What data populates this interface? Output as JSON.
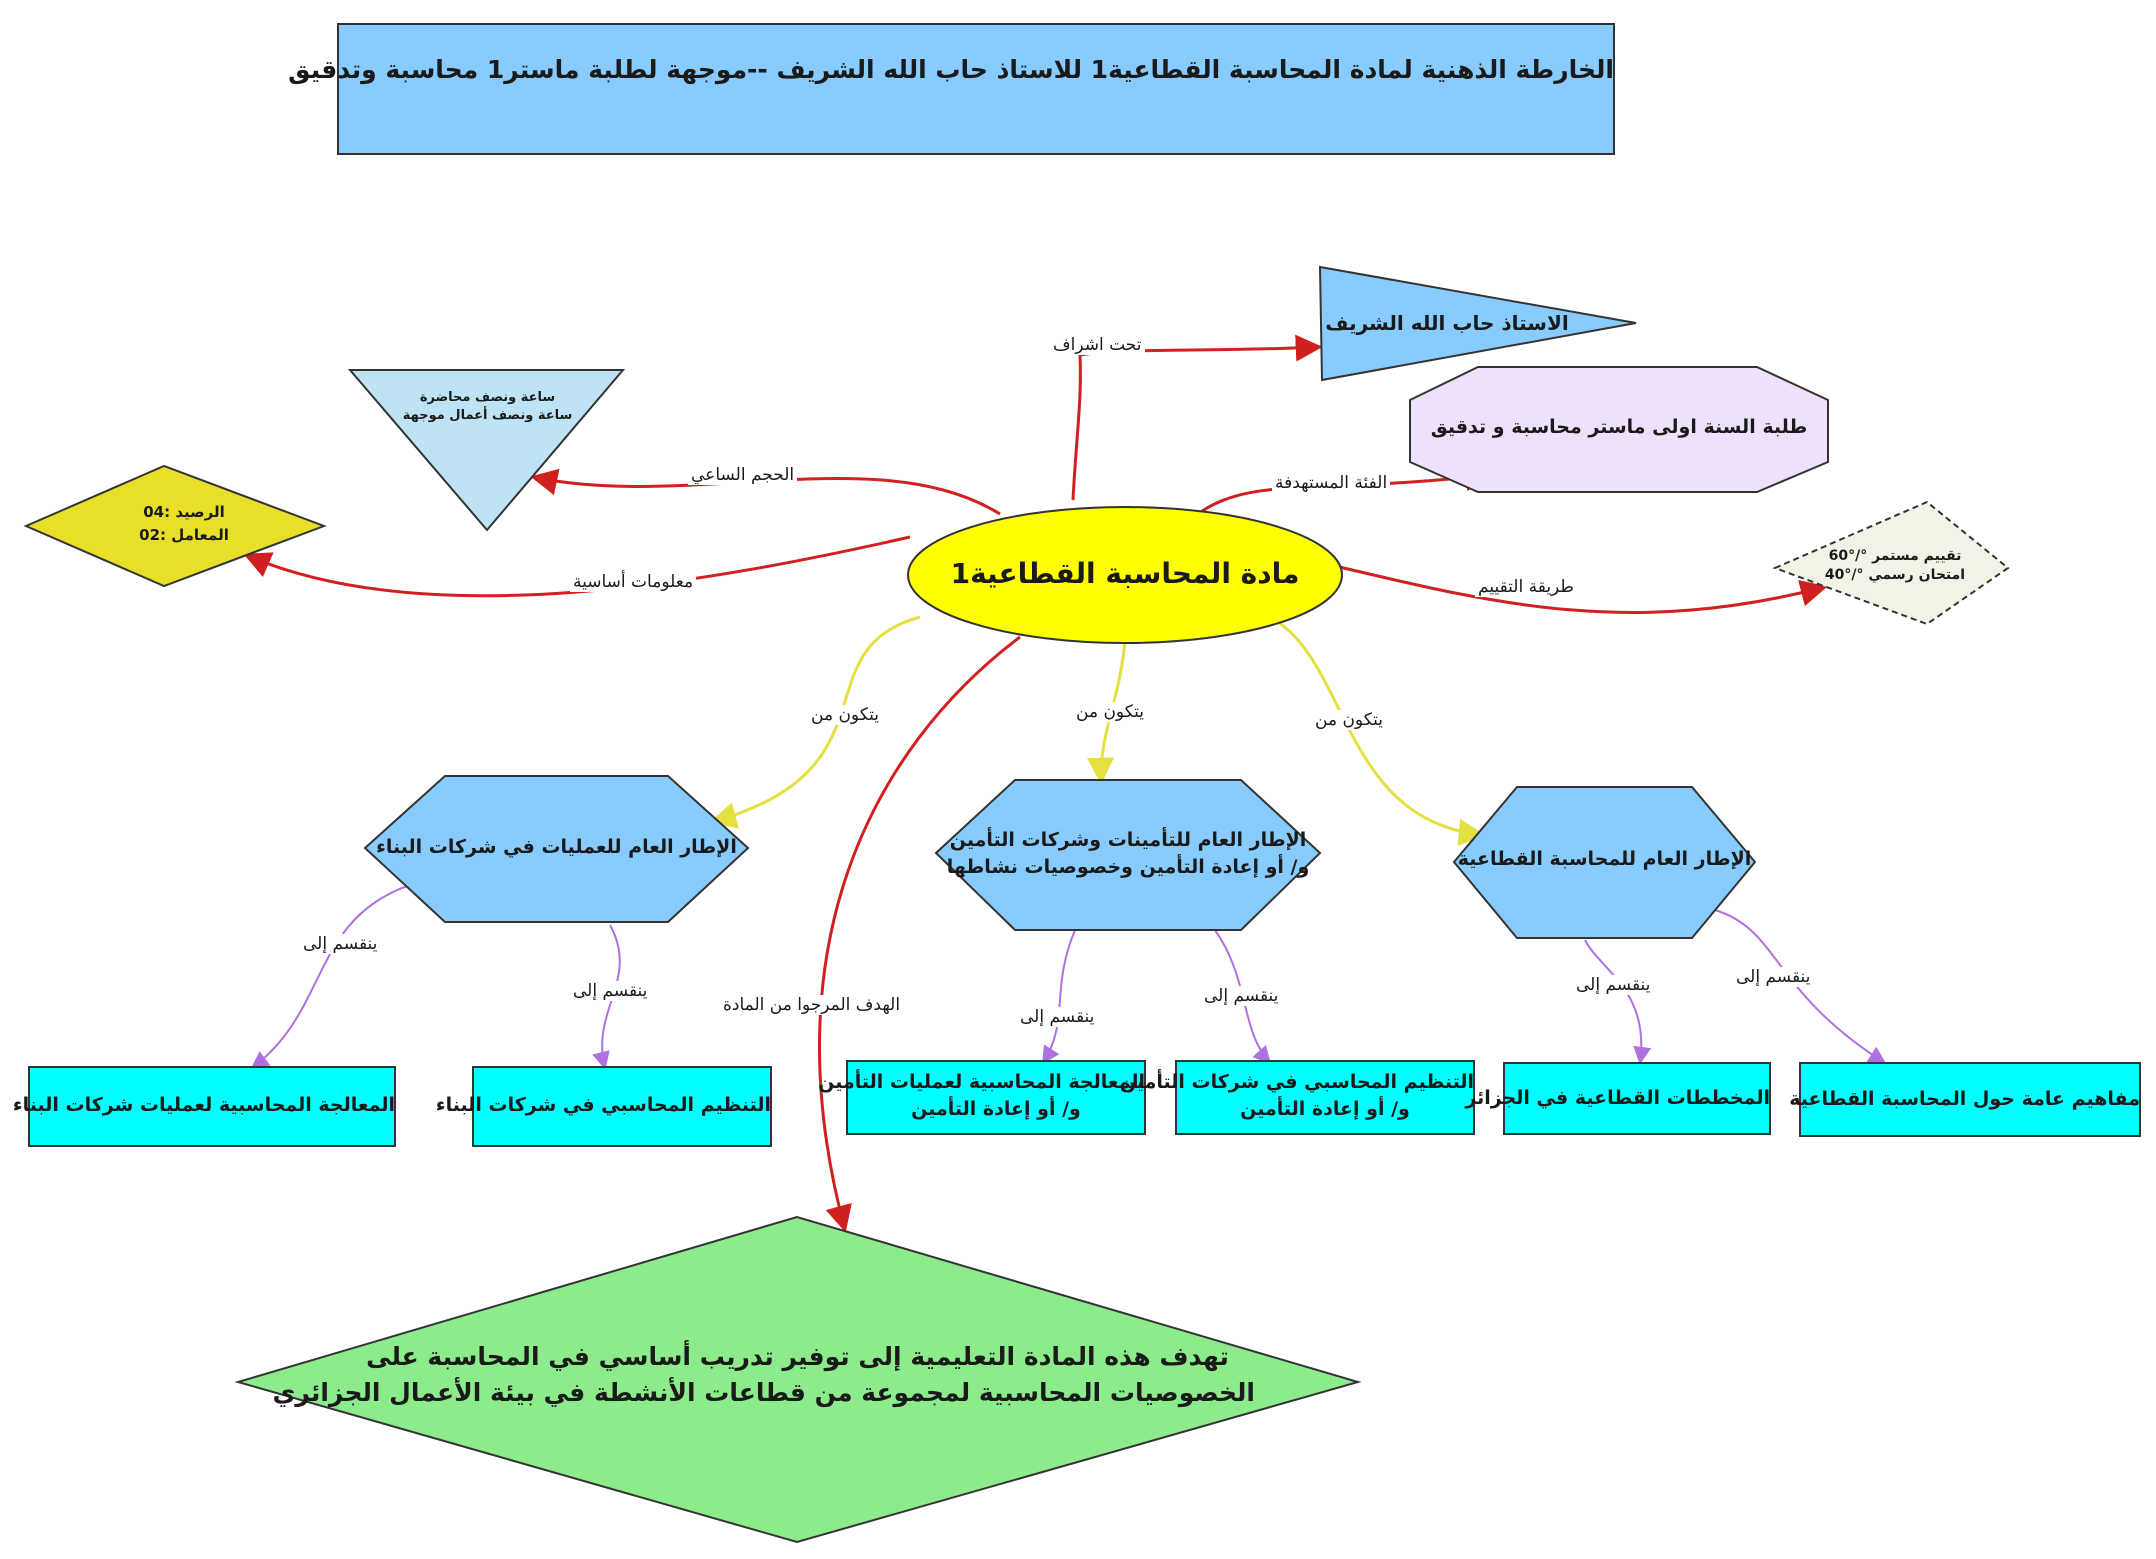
{
  "title": "الخارطة  الذهنية  لمادة المحاسبة القطاعية1  للاستاذ حاب الله الشريف --موجهة لطلبة  ماستر1 محاسبة وتدقيق",
  "center": "مادة المحاسبة القطاعية1",
  "top_nodes": {
    "professor": "الاستاذ حاب الله الشريف",
    "audience": "طلبة السنة  اولى ماستر محاسبة و تدقيق",
    "hours_line1": "ساعة ونصف محاضرة",
    "hours_line2": "ساعة ونصف أعمال موجهة",
    "credits_line1": "الرصيد :04",
    "credits_line2": "المعامل :02",
    "evaluation_line1": "تقييم مستمر °/°60",
    "evaluation_line2": "امتحان رسمي °/°40"
  },
  "edge_labels": {
    "supervision": "تحت اشراف",
    "audience": "الفئة المستهدفة",
    "hours": "الحجم الساعي",
    "basic_info": "معلومات أساسية",
    "evaluation": "طريقة  التقييم",
    "consists_of": "يتكون من",
    "divides_into": "ينقسم إلى",
    "goal": "الهدف المرجوا من المادة"
  },
  "sections": {
    "construction": "الإطار العام للعمليات في شركات البناء",
    "insurance_line1": "الإطار العام للتأمينات وشركات التأمين",
    "insurance_line2": "و/ أو إعادة التأمين وخصوصيات نشاطها",
    "sectoral": "الإطار العام للمحاسبة القطاعية"
  },
  "leaves": {
    "construction_treatment": "المعالجة المحاسبية لعمليات شركات البناء",
    "construction_org": "التنظيم المحاسبي في شركات البناء",
    "insurance_treatment_line1": "المعالجة المحاسبية لعمليات التأمين",
    "insurance_treatment_line2": "و/ أو إعادة التأمين",
    "insurance_org_line1": "التنظيم المحاسبي في شركات التأمين",
    "insurance_org_line2": "و/ أو إعادة التأمين",
    "sectoral_plans": "المخططات القطاعية في الجزائر",
    "sectoral_concepts": "مفاهيم عامة حول المحاسبة القطاعية"
  },
  "goal_line1": "تهدف هذه المادة التعليمية إلى توفير تدريب أساسي في المحاسبة على",
  "goal_line2": "الخصوصيات المحاسبية لمجموعة من قطاعات الأنشطة في بيئة الأعمال الجزائري",
  "colors": {
    "title_fill": "#87CBFF",
    "section_fill": "#87CBFF",
    "leaf_fill": "#00FFFF",
    "center_fill": "#FFFF00",
    "goal_fill": "#8CEC8C",
    "credits_fill": "#E8DF28",
    "audience_fill": "#EFE0FB",
    "hours_fill": "#BEE3F5",
    "evaluation_fill": "#F2F2E6",
    "red_edge": "#D02020",
    "yellow_edge": "#E3E040",
    "purple_edge": "#B070E0"
  }
}
